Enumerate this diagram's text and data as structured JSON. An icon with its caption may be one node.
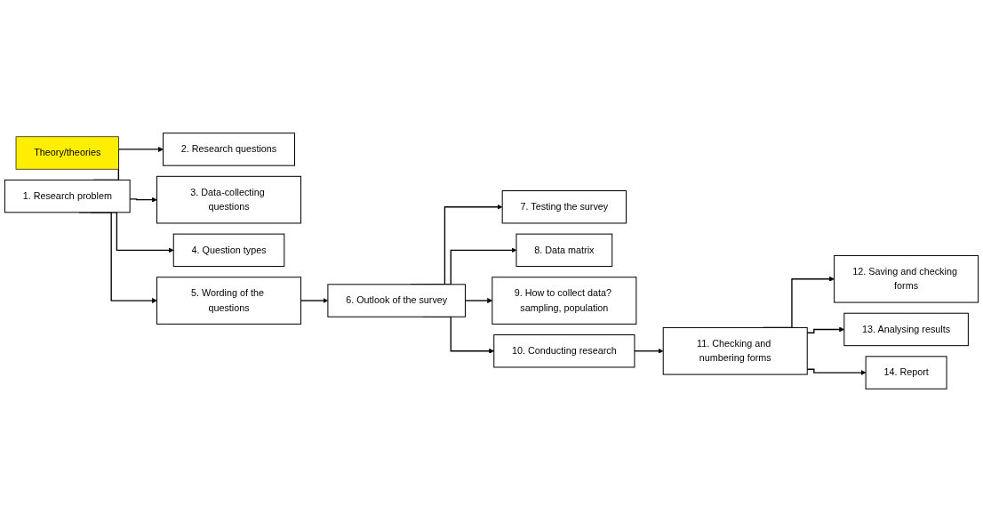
{
  "diagram": {
    "nodes": [
      {
        "text": [
          "Theory/theories"
        ]
      },
      {
        "text": [
          "1. Research problem"
        ]
      },
      {
        "text": [
          "2. Research questions"
        ]
      },
      {
        "text": [
          "3. Data-collecting questions"
        ]
      },
      {
        "text": [
          "4. Question types"
        ]
      },
      {
        "text": [
          "5. Wording of the questions"
        ]
      },
      {
        "text": [
          "6. Outlook of the survey"
        ]
      },
      {
        "text": [
          "7. Testing the survey"
        ]
      },
      {
        "text": [
          "8. Data matrix"
        ]
      },
      {
        "text": [
          "9. How to collect data? sampling, population"
        ]
      },
      {
        "text": [
          "10. Conducting research"
        ]
      },
      {
        "text": [
          "11. Checking and numbering forms"
        ]
      },
      {
        "text": [
          "12. Saving and checking forms"
        ]
      },
      {
        "text": [
          "13. Analysing results"
        ]
      },
      {
        "text": [
          "14. Report"
        ]
      }
    ],
    "edges": [
      {
        "from": 1,
        "to": 2,
        "arrow": "to"
      },
      {
        "from": 1,
        "to": 3,
        "arrow": "to"
      },
      {
        "from": 1,
        "to": 4,
        "arrow": "to"
      },
      {
        "from": 1,
        "to": 5,
        "arrow": "to"
      },
      {
        "from": 5,
        "to": 6,
        "arrow": "to"
      },
      {
        "from": 6,
        "to": 7,
        "arrow": "to"
      },
      {
        "from": 6,
        "to": 8,
        "arrow": "to"
      },
      {
        "from": 6,
        "to": 9,
        "arrow": "to"
      },
      {
        "from": 6,
        "to": 10,
        "arrow": "to"
      },
      {
        "from": 10,
        "to": 11,
        "arrow": "to"
      },
      {
        "from": 11,
        "to": 12,
        "arrow": "to"
      },
      {
        "from": 11,
        "to": 13,
        "arrow": "to"
      },
      {
        "from": 11,
        "to": 14,
        "arrow": "to"
      }
    ]
  }
}
